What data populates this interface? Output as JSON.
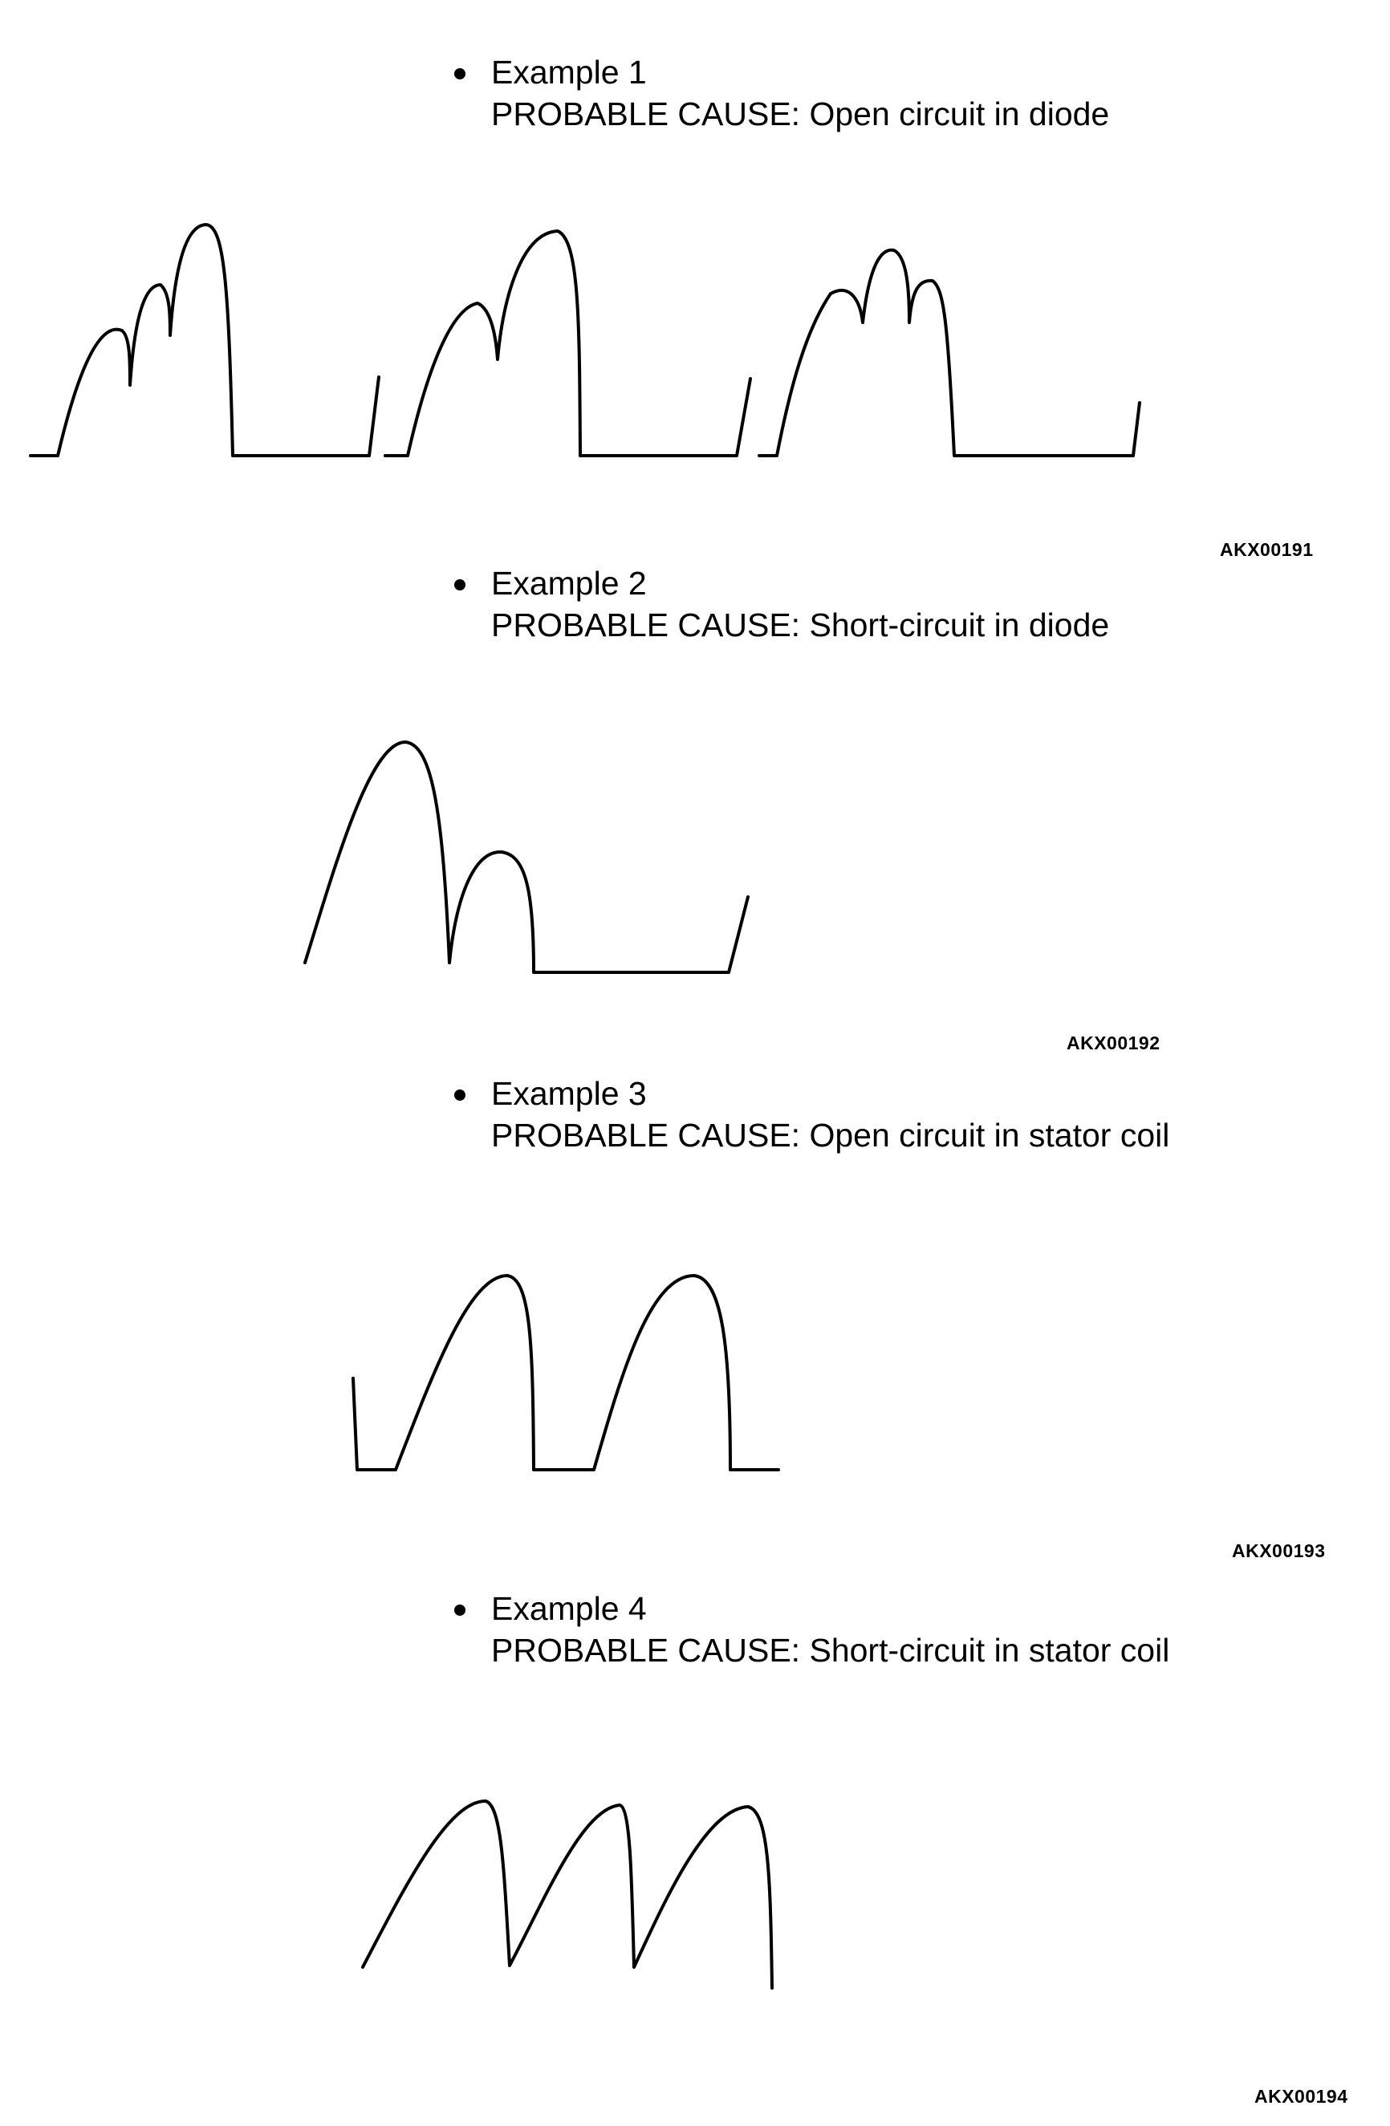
{
  "examples": [
    {
      "title": "Example 1",
      "cause": "PROBABLE CAUSE: Open circuit in diode",
      "code": "AKX00191"
    },
    {
      "title": "Example 2",
      "cause": "PROBABLE CAUSE: Short-circuit in diode",
      "code": "AKX00192"
    },
    {
      "title": "Example 3",
      "cause": "PROBABLE CAUSE: Open circuit in stator coil",
      "code": "AKX00193"
    },
    {
      "title": "Example 4",
      "cause": "PROBABLE CAUSE: Short-circuit in stator coil",
      "code": "AKX00194"
    }
  ]
}
